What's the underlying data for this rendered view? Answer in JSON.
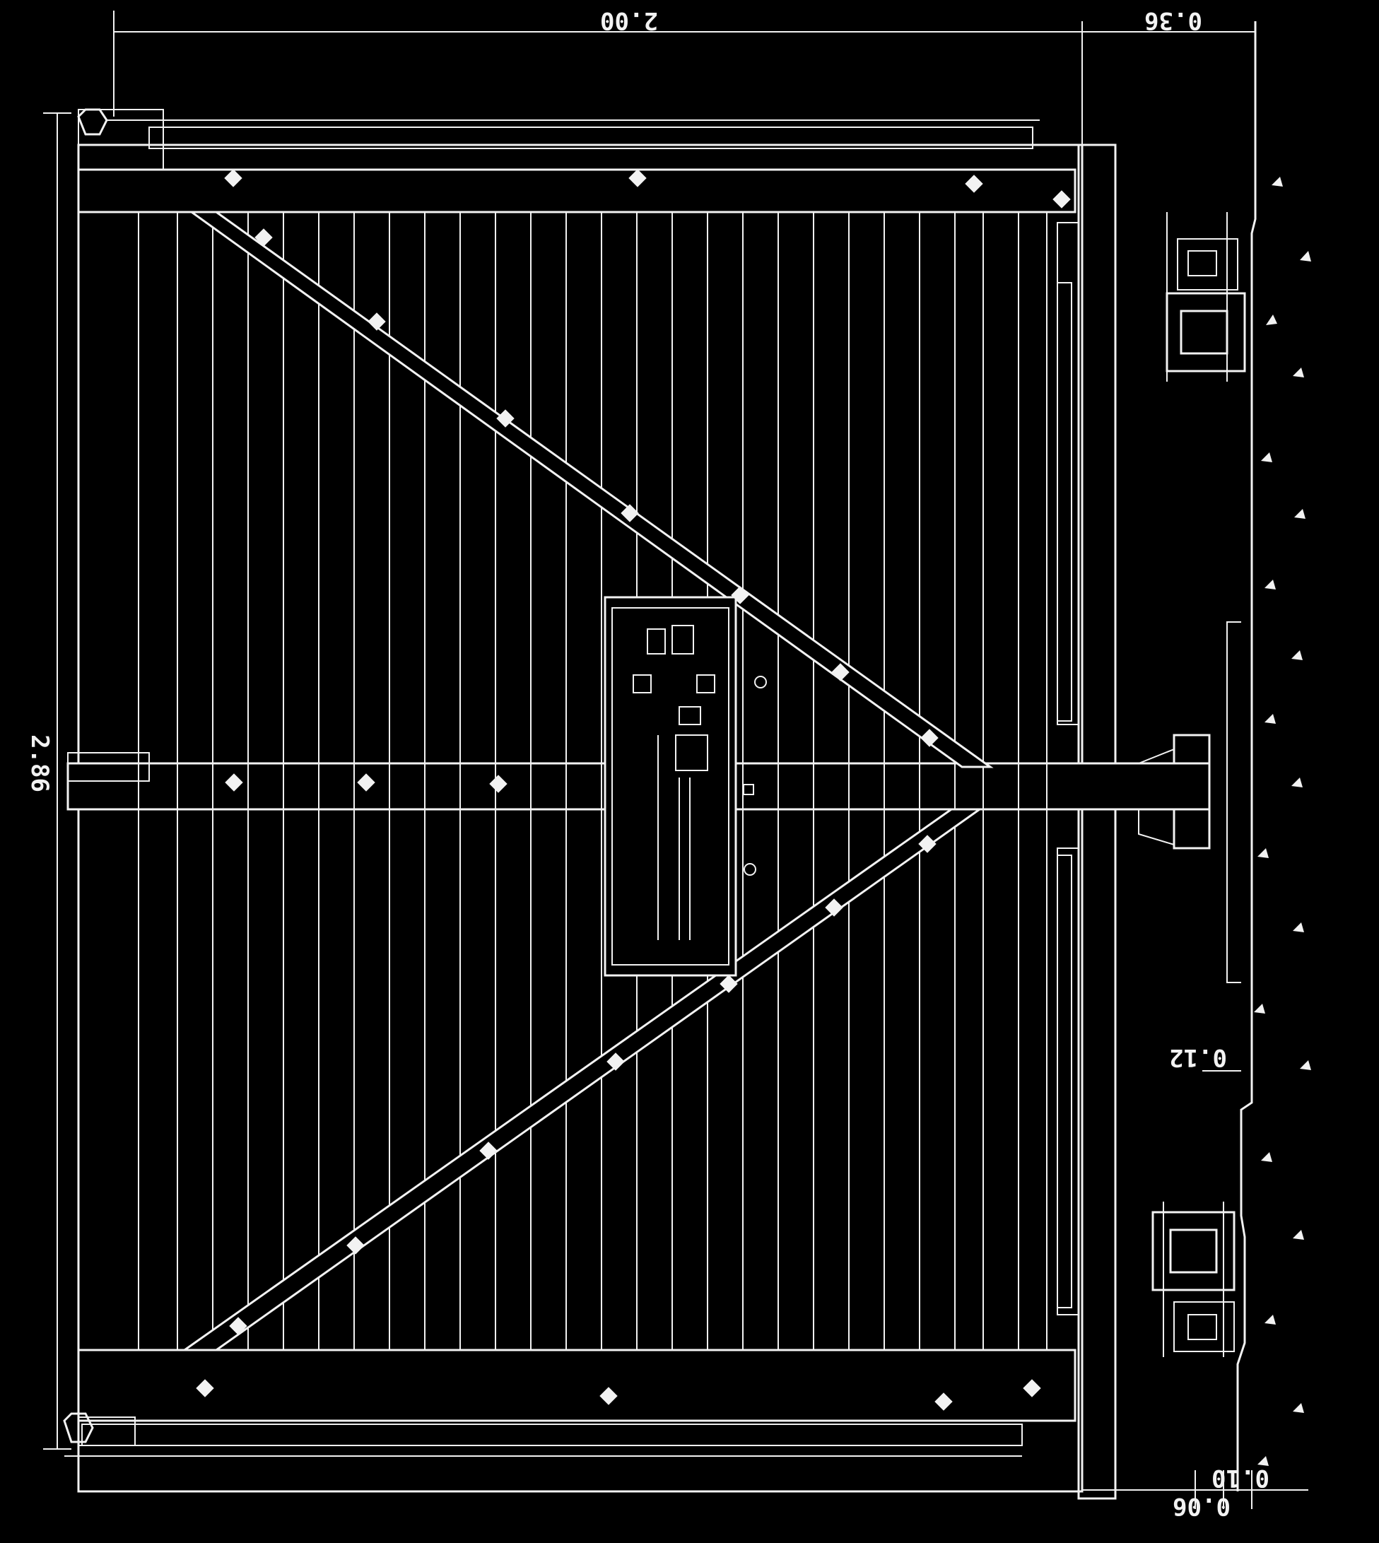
{
  "dimensions": {
    "overall_width": "2.00",
    "side_clearance": "0.36",
    "overall_height": "2.86",
    "gap": "0.12",
    "bottom_left": "0.06",
    "bottom_right": "0.10"
  },
  "colors": {
    "line": "#f2f2f2",
    "background": "#000000"
  },
  "orientation": "mirrored"
}
